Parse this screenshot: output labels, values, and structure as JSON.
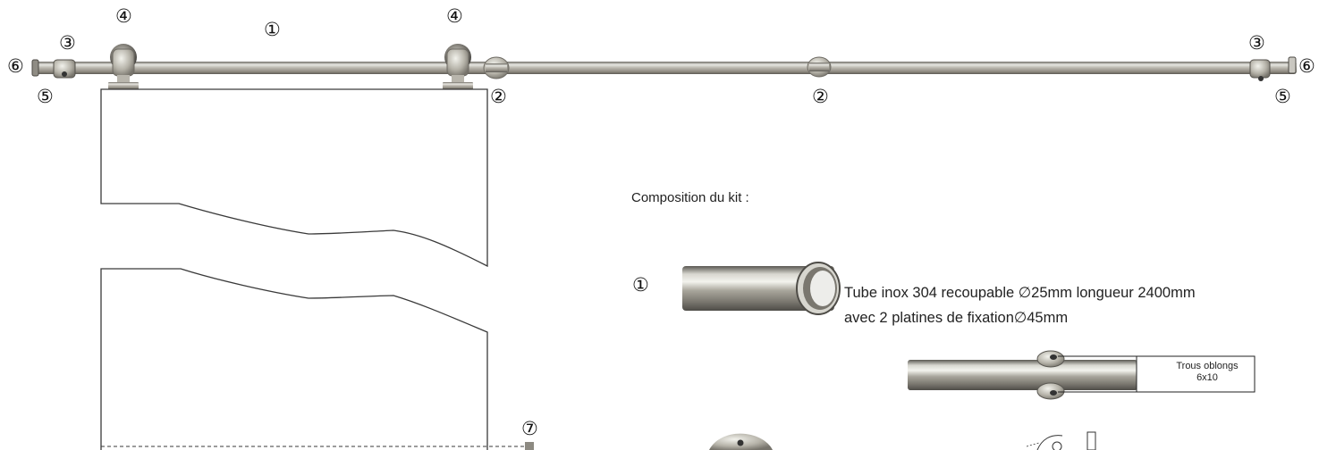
{
  "callouts": {
    "tube": "①",
    "wall_bracket": "②",
    "end_stop": "③",
    "roller": "④",
    "stop_screw": "⑤",
    "end_cap": "⑥",
    "floor_guide": "⑦"
  },
  "kit": {
    "title": "Composition du kit :",
    "item1_number": "①",
    "item1_line1": "Tube inox 304 recoupable ∅25mm longueur 2400mm",
    "item1_line2": "avec 2 platines de fixation∅45mm",
    "hole_label_line1": "Trous oblongs",
    "hole_label_line2": "6x10"
  },
  "colors": {
    "steel_light": "#e8e8e2",
    "steel_mid": "#b3b0a6",
    "steel_dark": "#6e6b64",
    "line": "#3a3a3a"
  }
}
